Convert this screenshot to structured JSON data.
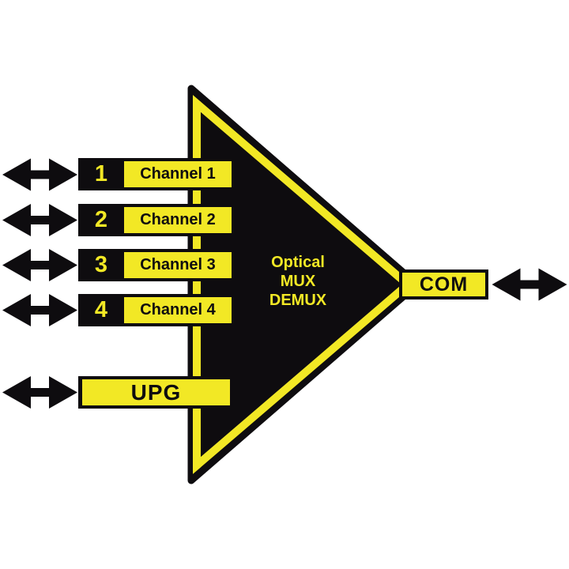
{
  "diagram": {
    "device_label": {
      "line1": "Optical",
      "line2": "MUX",
      "line3": "DEMUX"
    },
    "channels": [
      {
        "port_number": "1",
        "label": "Channel 1"
      },
      {
        "port_number": "2",
        "label": "Channel 2"
      },
      {
        "port_number": "3",
        "label": "Channel 3"
      },
      {
        "port_number": "4",
        "label": "Channel 4"
      }
    ],
    "ports": {
      "upgrade": "UPG",
      "common": "COM"
    },
    "colors": {
      "yellow": "#F2E825",
      "black": "#0E0C0F",
      "background": "#FFFFFF"
    }
  }
}
